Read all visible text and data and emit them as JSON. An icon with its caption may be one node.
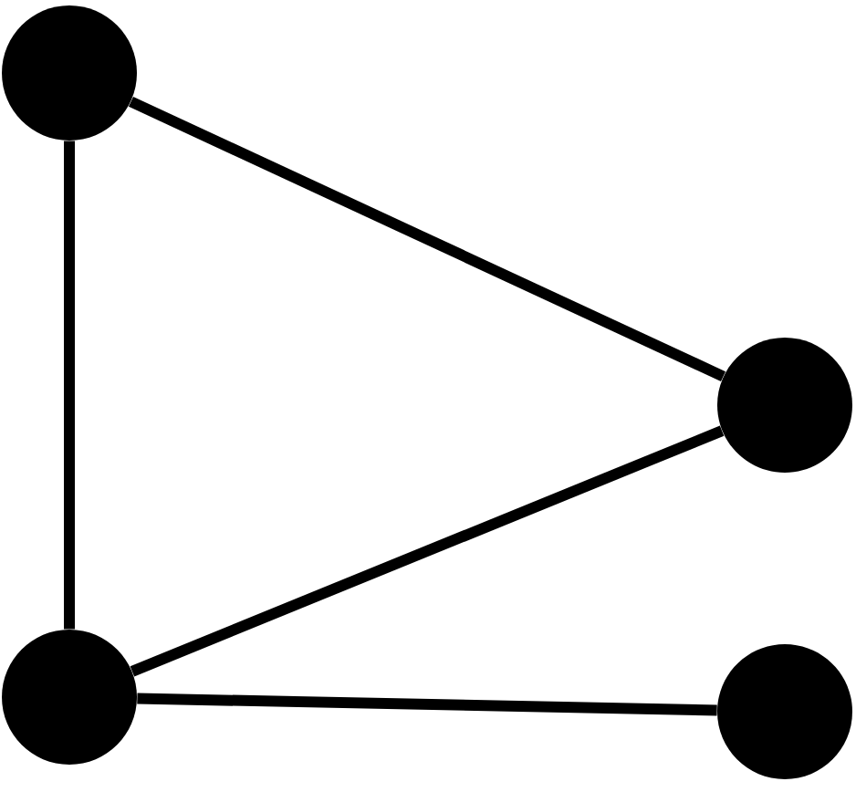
{
  "diagram": {
    "nodes": [
      {
        "text": [],
        "shape": "circle"
      },
      {
        "text": [],
        "shape": "circle"
      },
      {
        "text": [],
        "shape": "circle"
      },
      {
        "text": [],
        "shape": "circle"
      }
    ],
    "edges": [
      {
        "from": 0,
        "to": 1,
        "arrow": "none"
      },
      {
        "from": 0,
        "to": 2,
        "arrow": "none"
      },
      {
        "from": 1,
        "to": 2,
        "arrow": "none"
      },
      {
        "from": 2,
        "to": 3,
        "arrow": "none"
      }
    ]
  }
}
